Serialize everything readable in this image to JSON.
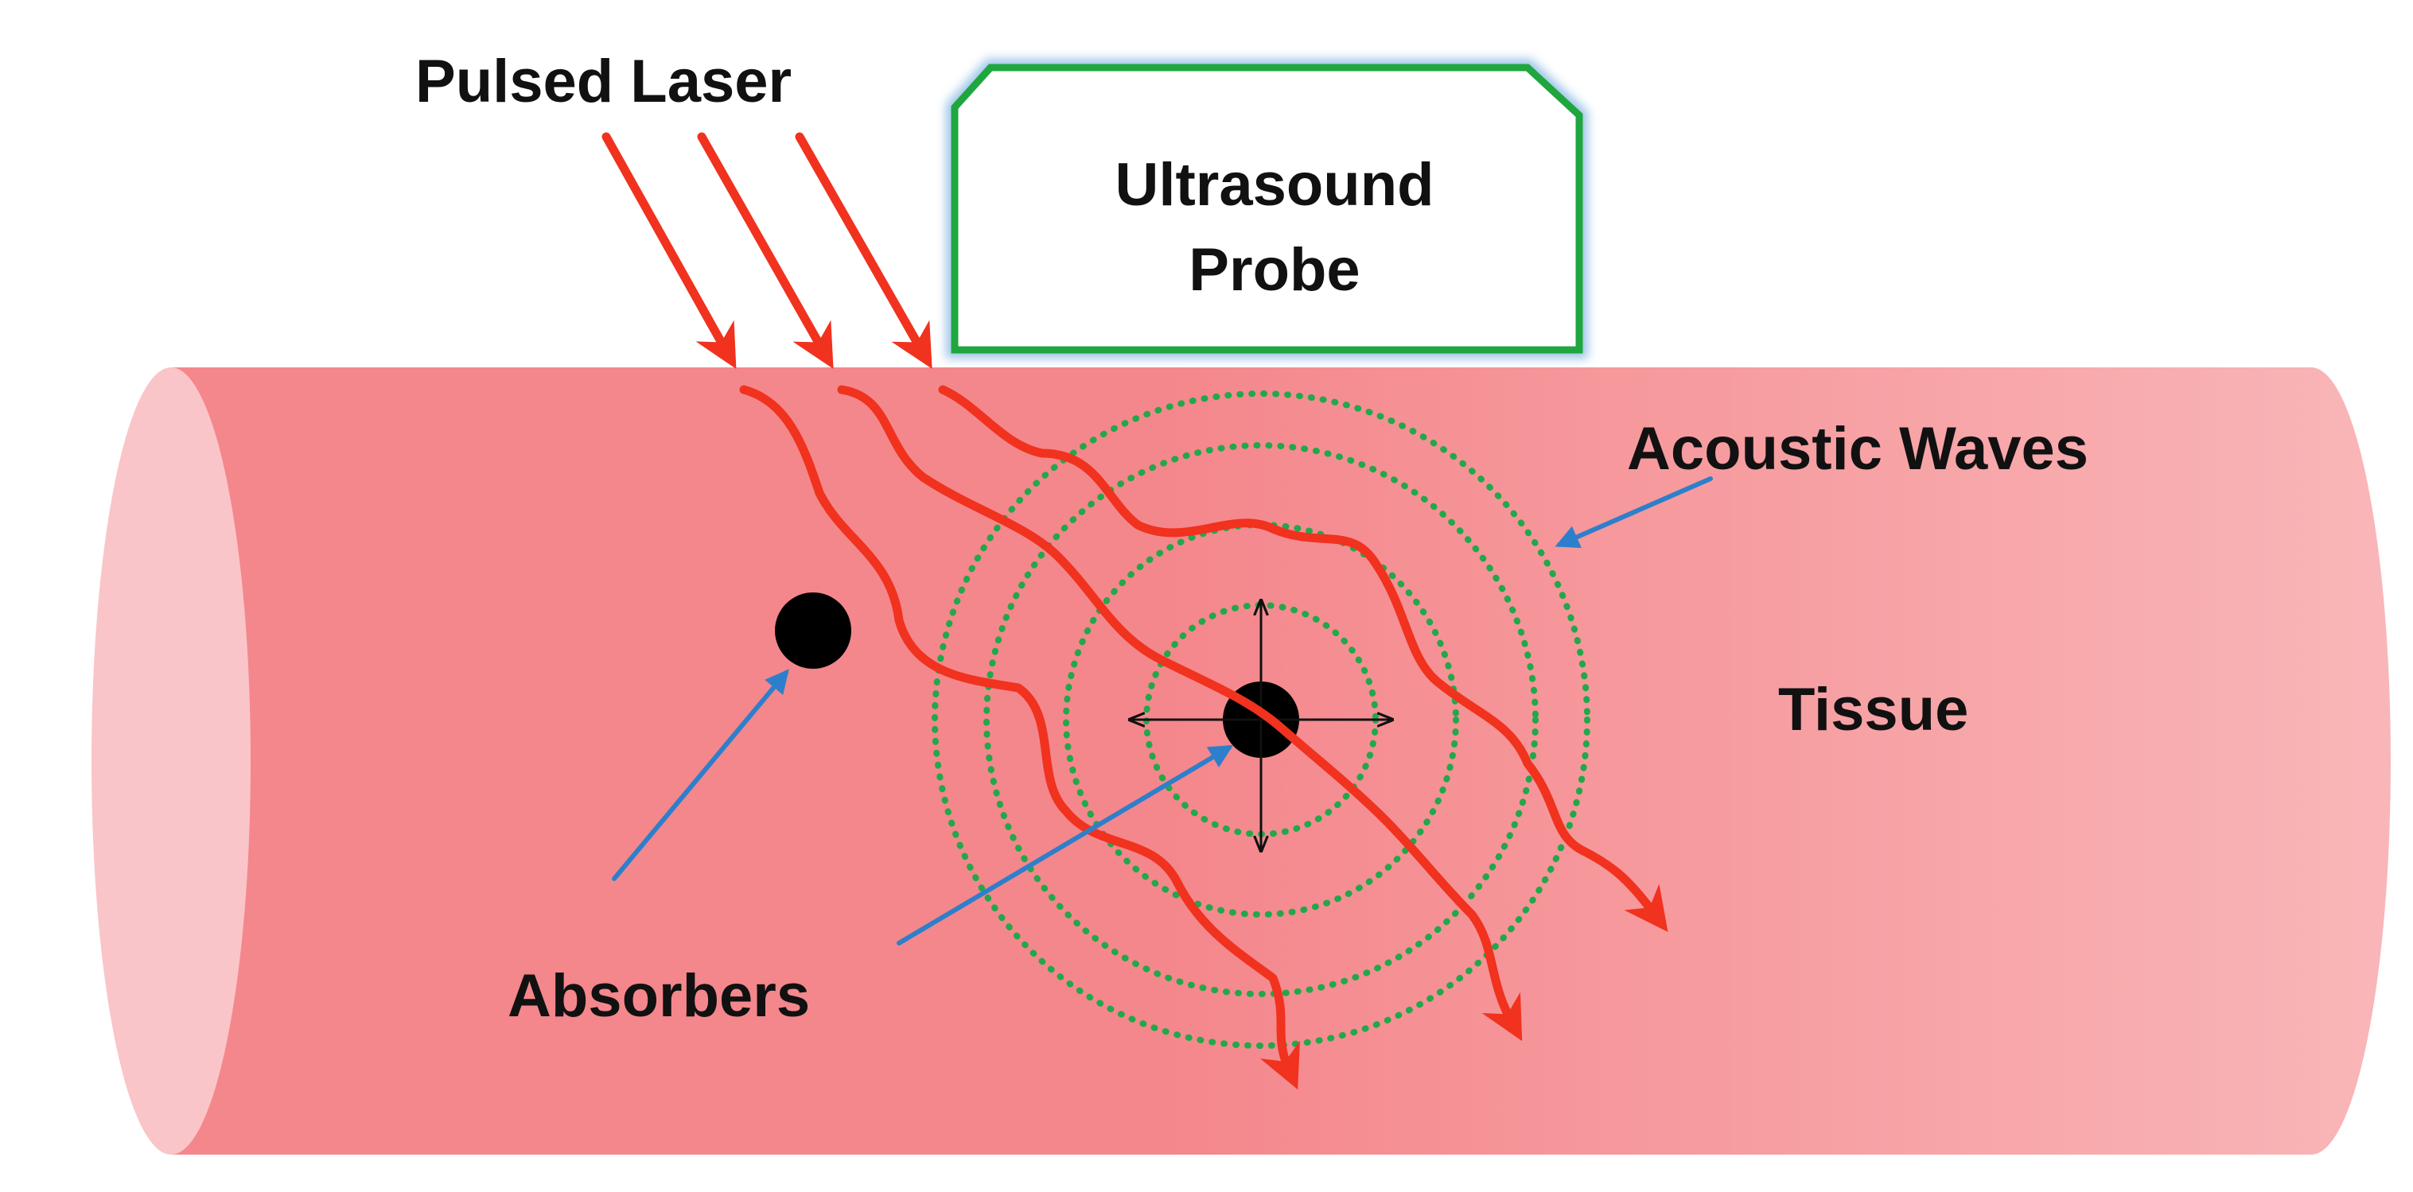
{
  "labels": {
    "pulsed_laser": "Pulsed Laser",
    "probe_line1": "Ultrasound",
    "probe_line2": "Probe",
    "acoustic_waves": "Acoustic Waves",
    "tissue": "Tissue",
    "absorbers": "Absorbers"
  },
  "colors": {
    "tissue_light": "#F9B6B8",
    "tissue_dark": "#F4878C",
    "tissue_end": "#FAC5C8",
    "laser": "#F0321E",
    "probe_border": "#1FA63F",
    "probe_glow": "#9EC6E8",
    "acoustic_wave": "#22A84A",
    "pointer": "#2E7FCB",
    "absorber": "#000000",
    "burst_arrow": "#111111"
  },
  "icons": {
    "absorber": "black-dot",
    "laser_beam": "wavy-arrow",
    "acoustic_wave": "dotted-circle"
  }
}
